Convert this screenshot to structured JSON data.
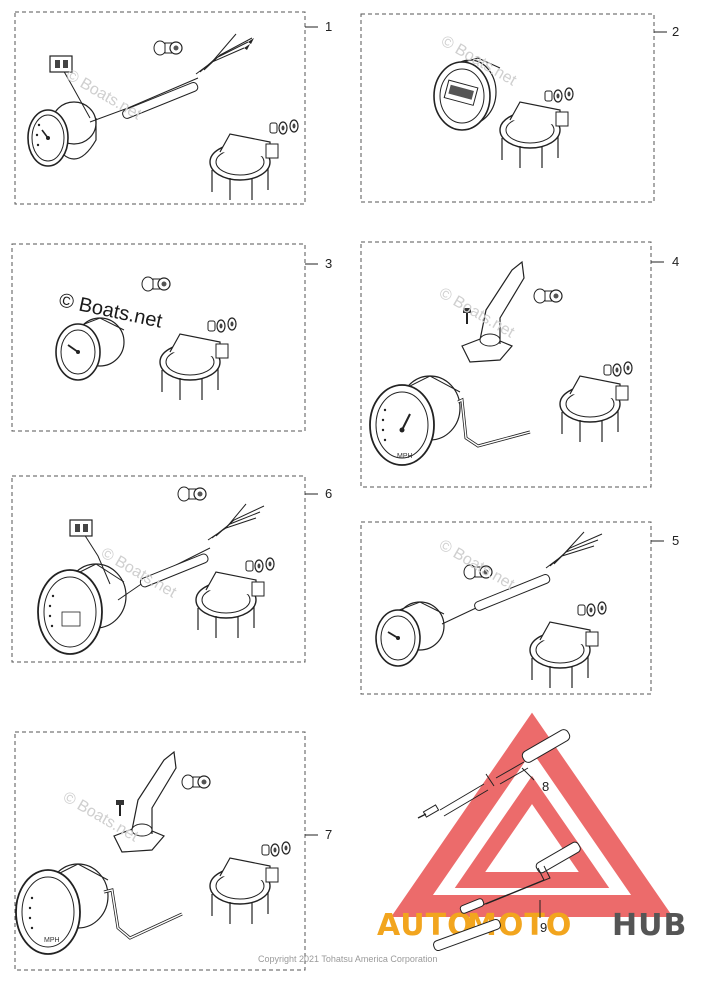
{
  "callouts": [
    "1",
    "2",
    "3",
    "4",
    "5",
    "6",
    "7",
    "8",
    "9"
  ],
  "gauge_text": {
    "mph": "MPH"
  },
  "watermark": {
    "text": "© Boats.net"
  },
  "copyright": "Copyright 2021 Tohatsu America Corporation",
  "brand": {
    "part1": "AUTO",
    "part2": "MOTO",
    "part3": "HUB",
    "colors": {
      "auto": "#f2a51e",
      "moto": "#f2a51e",
      "hub": "#555555",
      "logo": "#e84a4a"
    }
  }
}
